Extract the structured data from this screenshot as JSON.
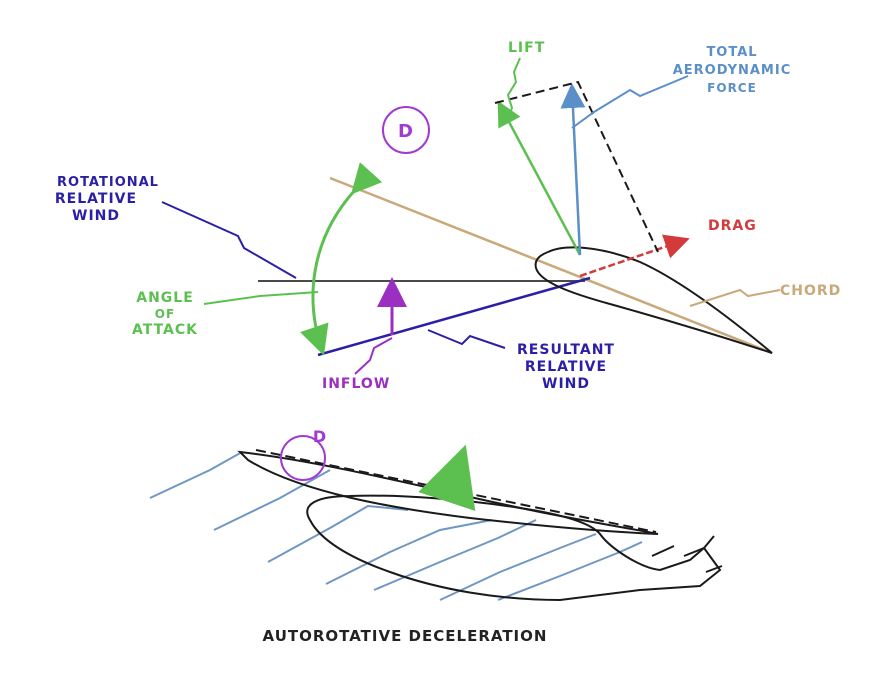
{
  "labels": {
    "lift": "LIFT",
    "total_aero_line1": "TOTAL",
    "total_aero_line2": "AERODYNAMIC",
    "total_aero_line3": "FORCE",
    "rotational_line1": "ROTATIONAL",
    "rotational_line2": "RELATIVE",
    "rotational_line3": "WIND",
    "drag": "DRAG",
    "chord": "CHORD",
    "angle_line1": "ANGLE",
    "angle_line2": "OF",
    "angle_line3": "ATTACK",
    "inflow": "INFLOW",
    "resultant_line1": "RESULTANT",
    "resultant_line2": "RELATIVE",
    "resultant_line3": "WIND",
    "region_marker_top": "D",
    "region_marker_bottom": "D",
    "caption": "AUTOROTATIVE DECELERATION"
  },
  "colors": {
    "lift": "#5cc050",
    "total_aero": "#5b8fc7",
    "rotational": "#2b1fa6",
    "drag": "#d43a3a",
    "chord": "#c9a97a",
    "inflow": "#9a2fc2",
    "region": "#a13ad1",
    "outline": "#1a1a1a",
    "streamlines": "#6f97c2",
    "caption": "#222222"
  }
}
